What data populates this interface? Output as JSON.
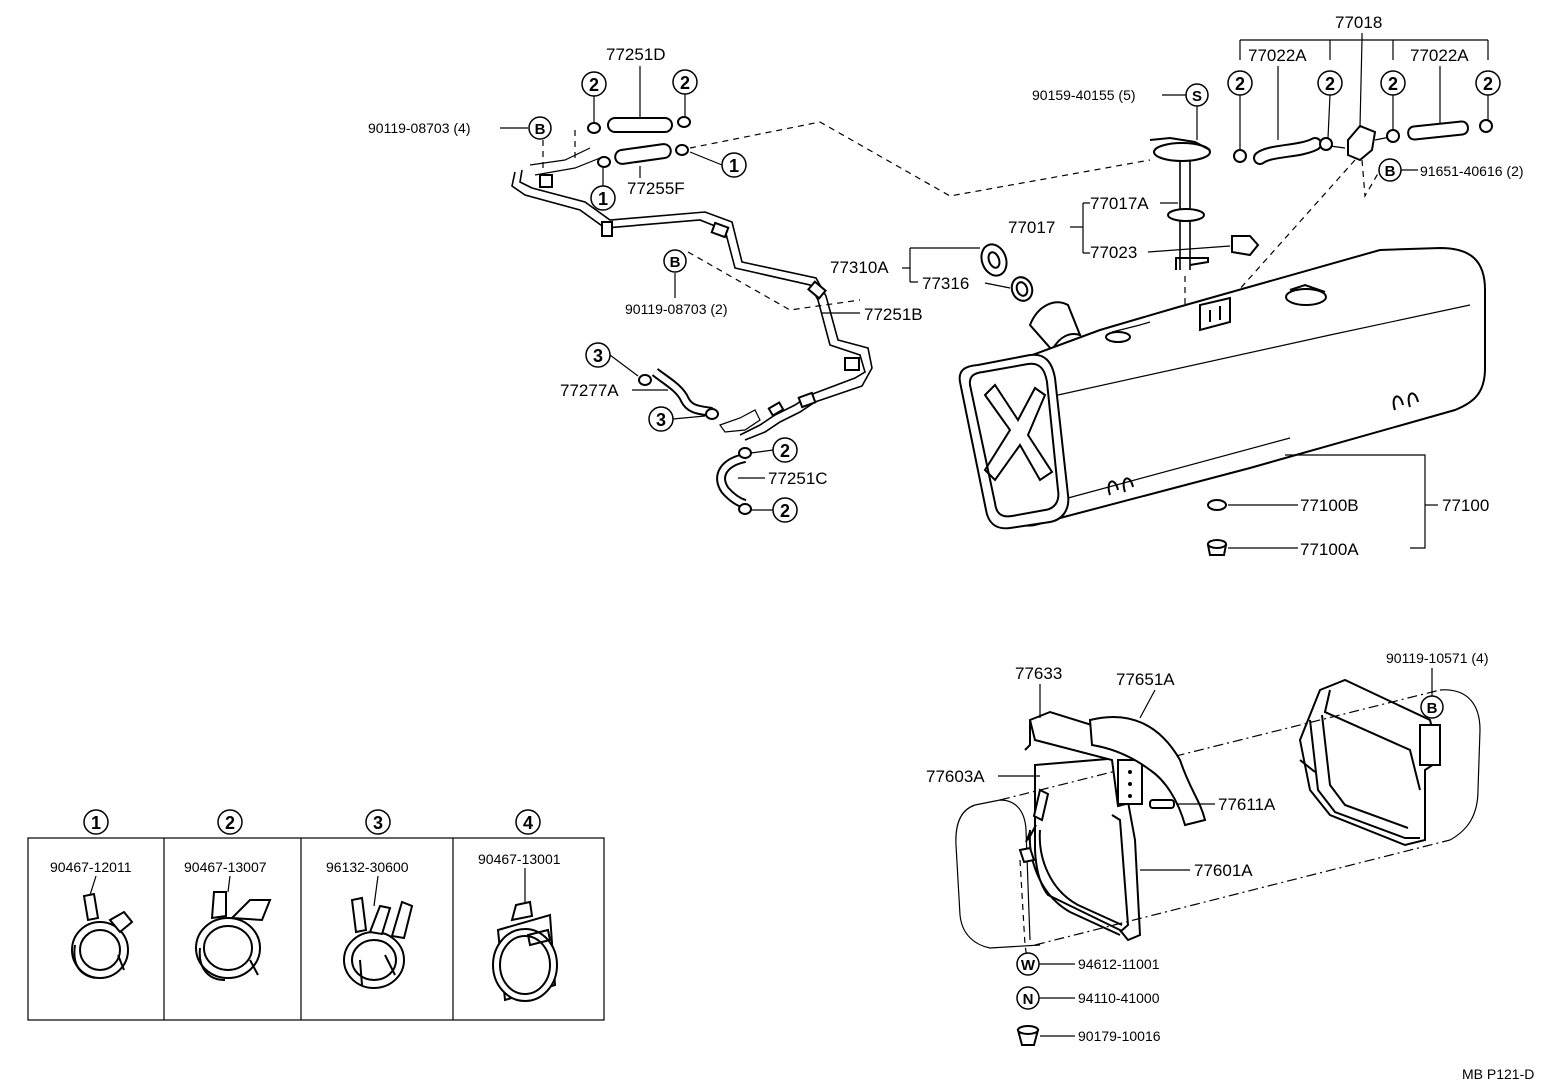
{
  "parts": {
    "p77251D": "77251D",
    "p77255F": "77255F",
    "p90119_08703_4": "90119-08703 (4)",
    "p90119_08703_2": "90119-08703 (2)",
    "p77251B": "77251B",
    "p77277A": "77277A",
    "p77251C": "77251C",
    "p77310A": "77310A",
    "p77316": "77316",
    "p77017": "77017",
    "p77017A": "77017A",
    "p77023": "77023",
    "p90159_40155_5": "90159-40155 (5)",
    "p77018": "77018",
    "p77022A_left": "77022A",
    "p77022A_right": "77022A",
    "p91651_40616_2": "91651-40616 (2)",
    "p77100B": "77100B",
    "p77100A": "77100A",
    "p77100": "77100",
    "p77633": "77633",
    "p77651A": "77651A",
    "p90119_10571_4": "90119-10571 (4)",
    "p77603A": "77603A",
    "p77611A": "77611A",
    "p77601A": "77601A",
    "p94612_11001": "94612-11001",
    "p94110_41000": "94110-41000",
    "p90179_10016": "90179-10016"
  },
  "callouts": {
    "one": "1",
    "two": "2",
    "three": "3",
    "four": "4",
    "b": "B",
    "s": "S",
    "w": "W",
    "n": "N"
  },
  "clamp_table": [
    {
      "num": "1",
      "part": "90467-12011"
    },
    {
      "num": "2",
      "part": "90467-13007"
    },
    {
      "num": "3",
      "part": "96132-30600"
    },
    {
      "num": "4",
      "part": "90467-13001"
    }
  ],
  "footer": {
    "code": "MB  P121-D"
  }
}
